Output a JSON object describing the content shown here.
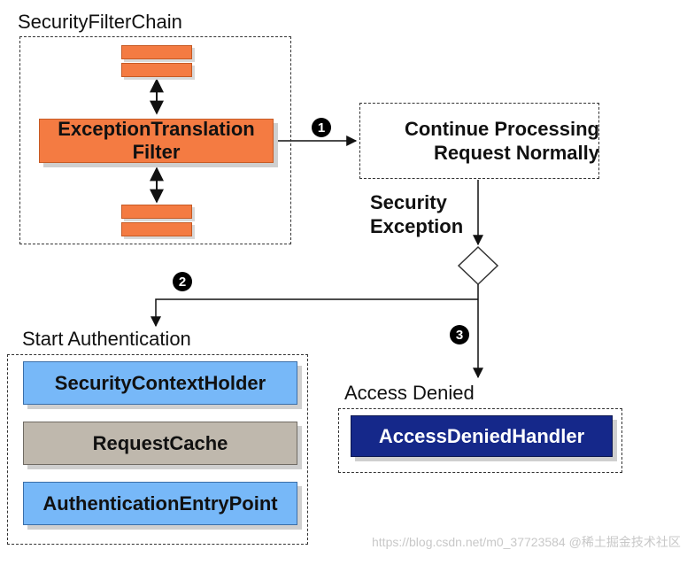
{
  "security_filter_chain": {
    "title": "SecurityFilterChain",
    "filter_line1": "ExceptionTranslation",
    "filter_line2": "Filter"
  },
  "continue_box": {
    "line1": "Continue Processing",
    "line2": "Request Normally"
  },
  "security_exception": {
    "line1": "Security",
    "line2": "Exception"
  },
  "steps": {
    "one": "1",
    "two": "2",
    "three": "3"
  },
  "start_authentication": {
    "title": "Start Authentication",
    "items": [
      {
        "label": "SecurityContextHolder"
      },
      {
        "label": "RequestCache"
      },
      {
        "label": "AuthenticationEntryPoint"
      }
    ]
  },
  "access_denied": {
    "title": "Access Denied",
    "handler_label": "AccessDeniedHandler"
  },
  "watermark": {
    "text": "https://blog.csdn.net/m0_37723584 @稀土掘金技术社区"
  },
  "colors": {
    "filter_orange": "#f47b42",
    "blue_box": "#77b8f8",
    "tan_box": "#bfb8ad",
    "navy_box": "#15288a"
  }
}
